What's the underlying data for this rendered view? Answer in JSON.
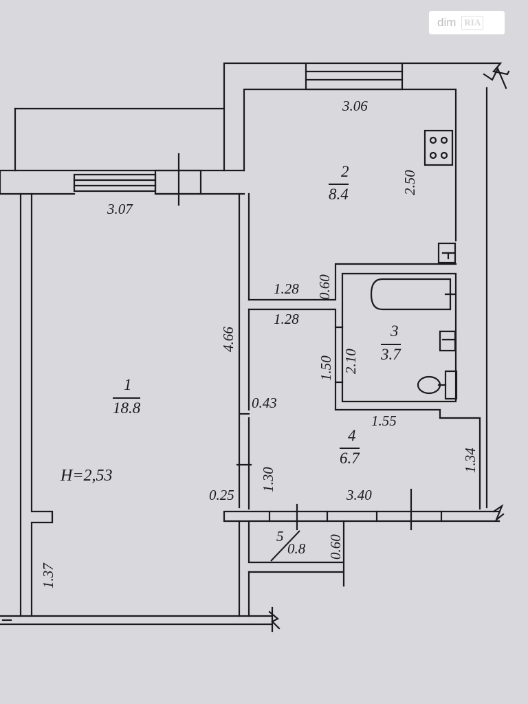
{
  "watermark": {
    "brand": "dim",
    "badge": "RIA"
  },
  "rooms": [
    {
      "no": "1",
      "area": "18.8"
    },
    {
      "no": "2",
      "area": "8.4"
    },
    {
      "no": "3",
      "area": "3.7"
    },
    {
      "no": "4",
      "area": "6.7"
    },
    {
      "no": "5",
      "area": "0.8"
    }
  ],
  "ceiling_height": "H=2,53",
  "dimensions": {
    "room1_width": "3.07",
    "room1_length": "4.66",
    "room1_bottom": "1.37",
    "room2_width": "3.06",
    "room2_length": "2.50",
    "passage_width_top": "1.28",
    "passage_width_bottom": "1.28",
    "passage_depth": "0.60",
    "bath_height": "2.10",
    "bath_door": "1.50",
    "hall_niche": "0.43",
    "hall_width_top": "1.55",
    "hall_right": "1.34",
    "hall_left": "1.30",
    "hall_wall": "0.25",
    "hall_width_bottom": "3.40",
    "closet_depth": "0.60"
  },
  "colors": {
    "line": "#1b1b1d",
    "paper": "#d9d8dc"
  }
}
